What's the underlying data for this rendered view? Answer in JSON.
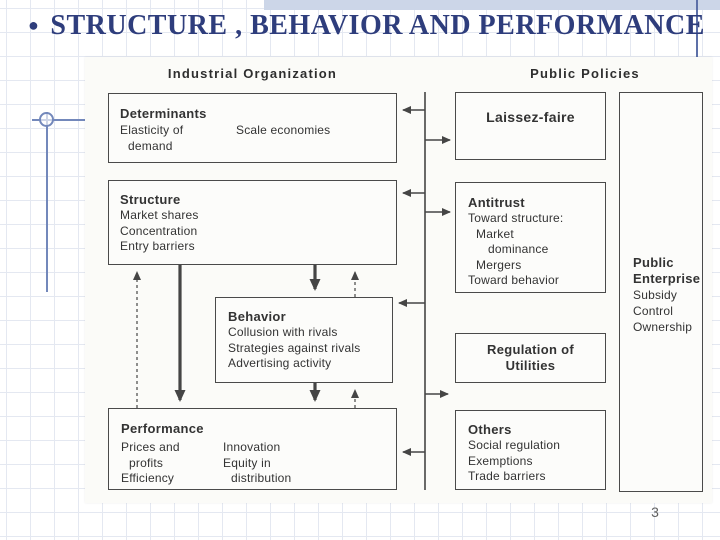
{
  "slide": {
    "bullet": "●",
    "title": "STRUCTURE , BEHAVIOR AND PERFORMANCE",
    "page_number": "3"
  },
  "diagram": {
    "left_header": "Industrial Organization",
    "right_header": "Public Policies",
    "determinants": {
      "title": "Determinants",
      "left_lines": [
        "Elasticity of",
        "demand"
      ],
      "right_lines": [
        "Scale economies"
      ]
    },
    "structure": {
      "title": "Structure",
      "items": [
        "Market shares",
        "Concentration",
        "Entry barriers"
      ]
    },
    "behavior": {
      "title": "Behavior",
      "items": [
        "Collusion with rivals",
        "Strategies against rivals",
        "Advertising activity"
      ]
    },
    "performance": {
      "title": "Performance",
      "left_lines": [
        "Prices and",
        "profits",
        "Efficiency"
      ],
      "right_lines": [
        "Innovation",
        "Equity in",
        "distribution"
      ]
    },
    "laissez_faire": {
      "title": "Laissez-faire"
    },
    "antitrust": {
      "title": "Antitrust",
      "items": [
        "Toward structure:",
        "Market",
        "dominance",
        "Mergers",
        "Toward behavior"
      ]
    },
    "regulation_of_utilities": {
      "title_line1": "Regulation of",
      "title_line2": "Utilities"
    },
    "others": {
      "title": "Others",
      "items": [
        "Social regulation",
        "Exemptions",
        "Trade barriers"
      ]
    },
    "public_enterprise": {
      "title_line1": "Public",
      "title_line2": "Enterprise",
      "items": [
        "Subsidy",
        "Control",
        "Ownership"
      ]
    }
  },
  "colors": {
    "title_navy": "#2e3d7c",
    "accent_blue": "#7388bb",
    "band_blue": "#ccd6e8",
    "diagram_ink": "#454545"
  }
}
